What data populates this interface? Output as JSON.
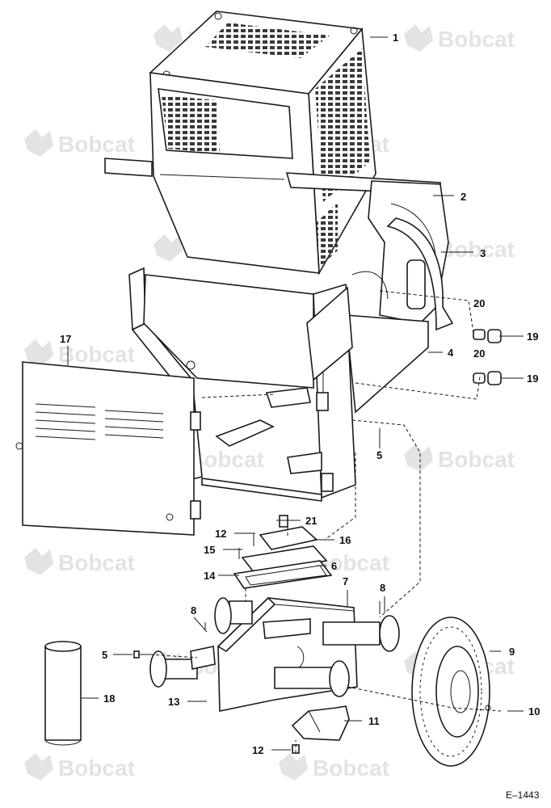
{
  "watermark": {
    "brand": "Bobcat",
    "trademark": "."
  },
  "drawing_code": "E–1443",
  "callouts": [
    {
      "id": "c1",
      "number": "1"
    },
    {
      "id": "c2",
      "number": "2"
    },
    {
      "id": "c3",
      "number": "3"
    },
    {
      "id": "c20a",
      "number": "20"
    },
    {
      "id": "c19a",
      "number": "19"
    },
    {
      "id": "c17",
      "number": "17"
    },
    {
      "id": "c4",
      "number": "4"
    },
    {
      "id": "c20b",
      "number": "20"
    },
    {
      "id": "c19b",
      "number": "19"
    },
    {
      "id": "c5a",
      "number": "5"
    },
    {
      "id": "c21",
      "number": "21"
    },
    {
      "id": "c12a",
      "number": "12"
    },
    {
      "id": "c16",
      "number": "16"
    },
    {
      "id": "c15",
      "number": "15"
    },
    {
      "id": "c6",
      "number": "6"
    },
    {
      "id": "c14",
      "number": "14"
    },
    {
      "id": "c7",
      "number": "7"
    },
    {
      "id": "c8a",
      "number": "8"
    },
    {
      "id": "c8b",
      "number": "8"
    },
    {
      "id": "c9",
      "number": "9"
    },
    {
      "id": "c5b",
      "number": "5"
    },
    {
      "id": "c18",
      "number": "18"
    },
    {
      "id": "c13",
      "number": "13"
    },
    {
      "id": "c10",
      "number": "10"
    },
    {
      "id": "c11",
      "number": "11"
    },
    {
      "id": "c12b",
      "number": "12"
    }
  ]
}
